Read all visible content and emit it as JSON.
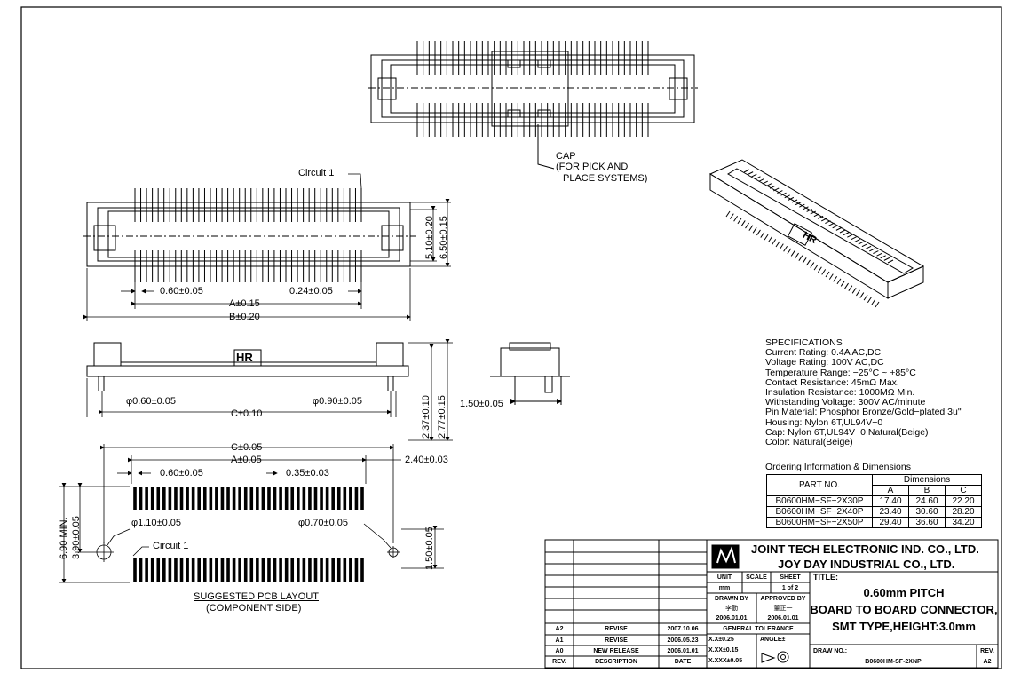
{
  "labels": {
    "cap": "CAP",
    "cap_note1": "(FOR PICK AND",
    "cap_note2": "PLACE SYSTEMS)",
    "circuit1_top": "Circuit 1",
    "dim_pitch": "0.60±0.05",
    "dim_024": "0.24±0.05",
    "dim_a015": "A±0.15",
    "dim_b020": "B±0.20",
    "dim_510": "5.10±0.20",
    "dim_650": "6.50±0.15",
    "dim_phi060": "φ0.60±0.05",
    "dim_phi090": "φ0.90±0.05",
    "dim_c010": "C±0.10",
    "dim_237": "2.37±0.10",
    "dim_277": "2.77±0.15",
    "dim_150_side": "1.50±0.05",
    "hr_mark": "HR",
    "pcb_c005": "C±0.05",
    "pcb_a005": "A±0.05",
    "pcb_240": "2.40±0.03",
    "pcb_pitch": "0.60±0.05",
    "pcb_035": "0.35±0.03",
    "pcb_phi110": "φ1.10±0.05",
    "pcb_phi070": "φ0.70±0.05",
    "pcb_circuit1": "Circuit 1",
    "pcb_690": "6.90 MIN.",
    "pcb_390": "3.90±0.05",
    "pcb_150": "1.50±0.05",
    "pcb_title": "SUGGESTED PCB LAYOUT",
    "pcb_sub": "(COMPONENT SIDE)"
  },
  "specifications": {
    "heading": "SPECIFICATIONS",
    "lines": [
      "Current Rating: 0.4A AC,DC",
      "Voltage Rating: 100V AC,DC",
      "Temperature Range: −25°C ~ +85°C",
      "Contact Resistance: 45mΩ Max.",
      "Insulation Resistance: 1000MΩ Min.",
      "Withstanding Voltage: 300V AC/minute",
      "Pin Material: Phosphor Bronze/Gold−plated 3u\"",
      "Housing: Nylon 6T,UL94V−0",
      "Cap: Nylon 6T,UL94V−0,Natural(Beige)",
      "Color: Natural(Beige)"
    ]
  },
  "ordering": {
    "heading": "Ordering Information & Dimensions",
    "col_part": "PART NO.",
    "col_dims": "Dimensions",
    "col_a": "A",
    "col_b": "B",
    "col_c": "C",
    "rows": [
      {
        "part": "B0600HM−SF−2X30P",
        "a": "17.40",
        "b": "24.60",
        "c": "22.20"
      },
      {
        "part": "B0600HM−SF−2X40P",
        "a": "23.40",
        "b": "30.60",
        "c": "28.20"
      },
      {
        "part": "B0600HM−SF−2X50P",
        "a": "29.40",
        "b": "36.60",
        "c": "34.20"
      }
    ]
  },
  "title_block": {
    "company1": "JOINT TECH ELECTRONIC IND. CO., LTD.",
    "company2": "JOY DAY INDUSTRIAL CO., LTD.",
    "unit_label": "UNIT",
    "unit_value": "mm",
    "scale_label": "SCALE",
    "sheet_label": "SHEET",
    "sheet_value": "1 of 2",
    "drawn_by_label": "DRAWN BY",
    "drawn_by_name": "李勤",
    "drawn_by_date": "2006.01.01",
    "approved_by_label": "APPROVED BY",
    "approved_by_name": "董正一",
    "approved_by_date": "2006.01.01",
    "tolerance_label": "GENERAL TOLERANCE",
    "tol1": "X.X±0.25",
    "tol2": "X.XX±0.15",
    "tol3": "X.XXX±0.05",
    "angle_label": "ANGLE±",
    "title_label": "TITLE:",
    "title1": "0.60mm PITCH",
    "title2": "BOARD TO BOARD CONNECTOR,",
    "title3": "SMT TYPE,HEIGHT:3.0mm",
    "drawno_label": "DRAW NO.:",
    "drawno_value": "B0600HM-SF-2XNP",
    "rev_label": "REV.",
    "rev_value": "A2",
    "revisions": [
      {
        "rev": "A2",
        "desc": "REVISE",
        "date": "2007.10.06"
      },
      {
        "rev": "A1",
        "desc": "REVISE",
        "date": "2006.05.23"
      },
      {
        "rev": "A0",
        "desc": "NEW RELEASE",
        "date": "2006.01.01"
      }
    ],
    "hdr_rev": "REV.",
    "hdr_desc": "DESCRIPTION",
    "hdr_date": "DATE"
  }
}
